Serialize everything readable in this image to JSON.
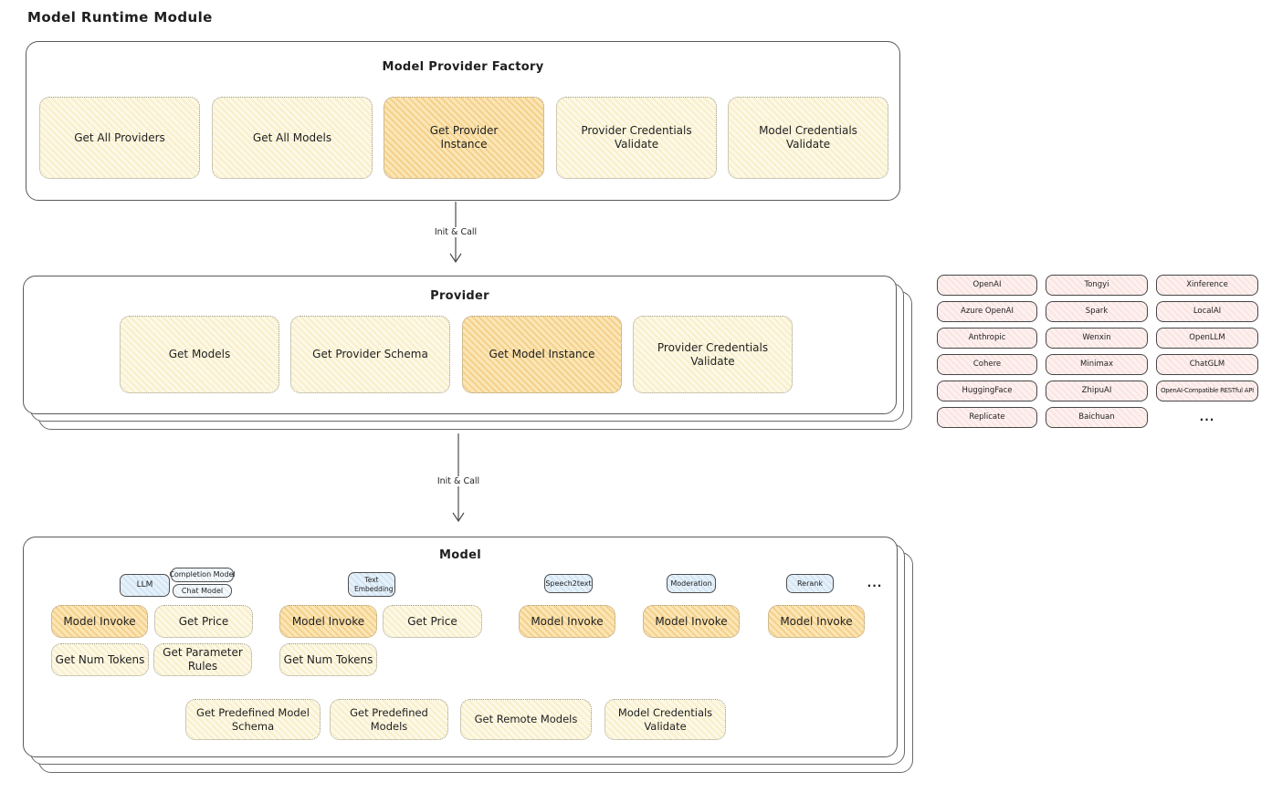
{
  "page_title": "Model Runtime Module",
  "colors": {
    "highlight_orange": "#f5ce85",
    "box_yellow": "#fdf6dc",
    "provider_pink": "#fbe9e7",
    "tab_blue": "#d8e9f6",
    "outline": "#5a5a5a"
  },
  "arrows": {
    "init_call_1": "Init & Call",
    "init_call_2": "Init & Call"
  },
  "factory": {
    "title": "Model Provider Factory",
    "items": [
      {
        "label": "Get All Providers",
        "highlighted": false
      },
      {
        "label": "Get All Models",
        "highlighted": false
      },
      {
        "label": "Get Provider Instance",
        "highlighted": true
      },
      {
        "label": "Provider Credentials Validate",
        "highlighted": false
      },
      {
        "label": "Model Credentials Validate",
        "highlighted": false
      }
    ]
  },
  "provider": {
    "title": "Provider",
    "items": [
      {
        "label": "Get Models",
        "highlighted": false
      },
      {
        "label": "Get Provider Schema",
        "highlighted": false
      },
      {
        "label": "Get Model Instance",
        "highlighted": true
      },
      {
        "label": "Provider Credentials Validate",
        "highlighted": false
      }
    ]
  },
  "providers_grid": {
    "rows": [
      [
        "OpenAI",
        "Tongyi",
        "Xinference"
      ],
      [
        "Azure OpenAI",
        "Spark",
        "LocalAI"
      ],
      [
        "Anthropic",
        "Wenxin",
        "OpenLLM"
      ],
      [
        "Cohere",
        "Minimax",
        "ChatGLM"
      ],
      [
        "HuggingFace",
        "ZhipuAI",
        "OpenAI-Compatible RESTful API"
      ],
      [
        "Replicate",
        "Baichuan"
      ]
    ],
    "more": "..."
  },
  "model": {
    "title": "Model",
    "groups": [
      {
        "tab": "LLM",
        "subtabs": [
          "Completion Model",
          "Chat Model"
        ],
        "invoke": "Model Invoke",
        "price": "Get Price",
        "tokens": "Get Num Tokens",
        "rules": "Get Parameter Rules"
      },
      {
        "tab": "Text Embedding",
        "invoke": "Model Invoke",
        "price": "Get Price",
        "tokens": "Get Num Tokens"
      },
      {
        "tab": "Speech2text",
        "invoke": "Model Invoke"
      },
      {
        "tab": "Moderation",
        "invoke": "Model Invoke"
      },
      {
        "tab": "Rerank",
        "invoke": "Model Invoke"
      }
    ],
    "more": "...",
    "bottom": [
      "Get Predefined Model Schema",
      "Get Predefined Models",
      "Get Remote Models",
      "Model Credentials Validate"
    ]
  }
}
